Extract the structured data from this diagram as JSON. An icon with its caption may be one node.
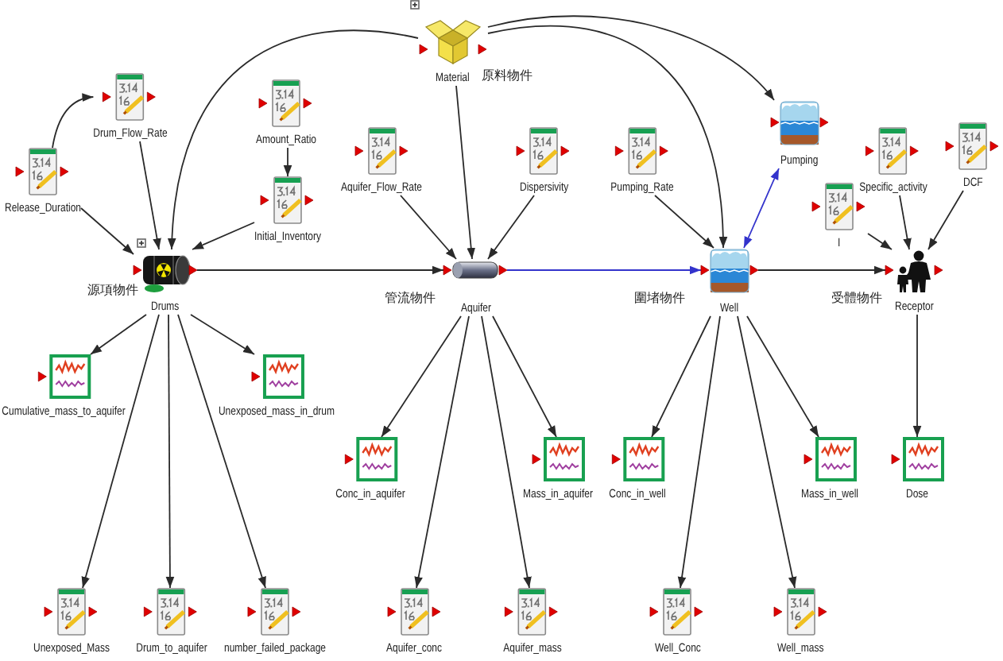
{
  "diagram": {
    "nodes": [
      {
        "text": [
          "Material"
        ],
        "beside": [
          "原料物件"
        ]
      },
      {
        "text": [
          "Drum_Flow_Rate"
        ]
      },
      {
        "text": [
          "Amount_Ratio"
        ]
      },
      {
        "text": [
          "Aquifer_Flow_Rate"
        ]
      },
      {
        "text": [
          "Dispersivity"
        ]
      },
      {
        "text": [
          "Pumping_Rate"
        ]
      },
      {
        "text": [
          "Pumping"
        ]
      },
      {
        "text": [
          "Specific_activity"
        ]
      },
      {
        "text": [
          "DCF"
        ]
      },
      {
        "text": [
          "Release_Duration"
        ]
      },
      {
        "text": [
          "Initial_Inventory"
        ]
      },
      {
        "text": [
          "I"
        ]
      },
      {
        "text": [
          "Drums"
        ],
        "beside": [
          "源項物件"
        ]
      },
      {
        "text": [
          "Aquifer"
        ],
        "beside": [
          "管流物件"
        ]
      },
      {
        "text": [
          "Well"
        ],
        "beside": [
          "圍堵物件"
        ]
      },
      {
        "text": [
          "Receptor"
        ],
        "beside": [
          "受體物件"
        ]
      },
      {
        "text": [
          "Cumulative_mass_to_aquifer"
        ]
      },
      {
        "text": [
          "Unexposed_mass_in_drum"
        ]
      },
      {
        "text": [
          "Conc_in_aquifer"
        ]
      },
      {
        "text": [
          "Mass_in_aquifer"
        ]
      },
      {
        "text": [
          "Conc_in_well"
        ]
      },
      {
        "text": [
          "Mass_in_well"
        ]
      },
      {
        "text": [
          "Dose"
        ]
      },
      {
        "text": [
          "Unexposed_Mass"
        ]
      },
      {
        "text": [
          "Drum_to_aquifer"
        ]
      },
      {
        "text": [
          "number_failed_package"
        ]
      },
      {
        "text": [
          "Aquifer_conc"
        ]
      },
      {
        "text": [
          "Aquifer_mass"
        ]
      },
      {
        "text": [
          "Well_Conc"
        ]
      },
      {
        "text": [
          "Well_mass"
        ]
      }
    ],
    "edges": [
      {
        "from": 9,
        "to": 1,
        "arrow": "to"
      },
      {
        "from": 1,
        "to": 12,
        "arrow": "to"
      },
      {
        "from": 9,
        "to": 12,
        "arrow": "to"
      },
      {
        "from": 0,
        "to": 12,
        "arrow": "to"
      },
      {
        "from": 2,
        "to": 10,
        "arrow": "to"
      },
      {
        "from": 10,
        "to": 12,
        "arrow": "to"
      },
      {
        "from": 12,
        "to": 13,
        "arrow": "to"
      },
      {
        "from": 3,
        "to": 13,
        "arrow": "to"
      },
      {
        "from": 0,
        "to": 13,
        "arrow": "to"
      },
      {
        "from": 4,
        "to": 13,
        "arrow": "to"
      },
      {
        "from": 13,
        "to": 14,
        "arrow": "to",
        "color": "#3333cc"
      },
      {
        "from": 5,
        "to": 14,
        "arrow": "to"
      },
      {
        "from": 0,
        "to": 14,
        "arrow": "to"
      },
      {
        "from": 0,
        "to": 6,
        "arrow": "to"
      },
      {
        "from": 14,
        "to": 6,
        "arrow": "both",
        "color": "#3333cc"
      },
      {
        "from": 14,
        "to": 15,
        "arrow": "to"
      },
      {
        "from": 11,
        "to": 15,
        "arrow": "to"
      },
      {
        "from": 7,
        "to": 15,
        "arrow": "to"
      },
      {
        "from": 8,
        "to": 15,
        "arrow": "to"
      },
      {
        "from": 12,
        "to": 16,
        "arrow": "to"
      },
      {
        "from": 12,
        "to": 17,
        "arrow": "to"
      },
      {
        "from": 12,
        "to": 23,
        "arrow": "to"
      },
      {
        "from": 12,
        "to": 24,
        "arrow": "to"
      },
      {
        "from": 12,
        "to": 25,
        "arrow": "to"
      },
      {
        "from": 13,
        "to": 18,
        "arrow": "to"
      },
      {
        "from": 13,
        "to": 26,
        "arrow": "to"
      },
      {
        "from": 13,
        "to": 27,
        "arrow": "to"
      },
      {
        "from": 13,
        "to": 19,
        "arrow": "to"
      },
      {
        "from": 14,
        "to": 20,
        "arrow": "to"
      },
      {
        "from": 14,
        "to": 28,
        "arrow": "to"
      },
      {
        "from": 14,
        "to": 29,
        "arrow": "to"
      },
      {
        "from": 14,
        "to": 21,
        "arrow": "to"
      },
      {
        "from": 15,
        "to": 22,
        "arrow": "to"
      }
    ]
  }
}
